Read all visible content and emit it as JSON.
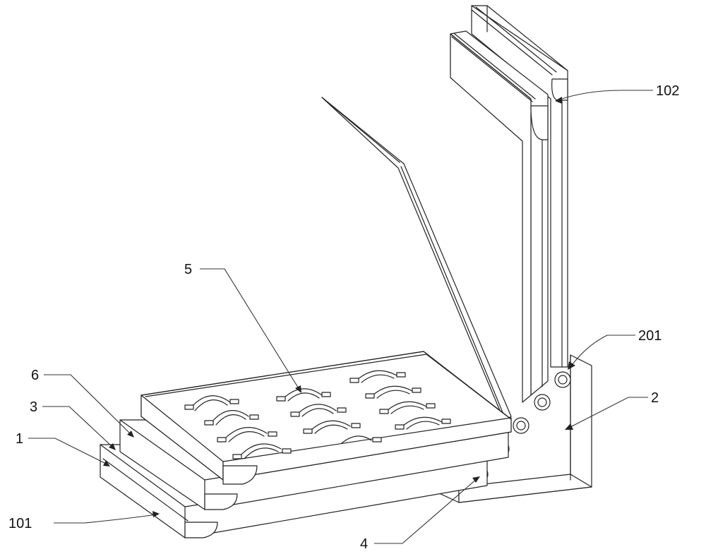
{
  "figure": {
    "callouts": [
      {
        "id": "c102",
        "text": "102"
      },
      {
        "id": "c201",
        "text": "201"
      },
      {
        "id": "c2",
        "text": "2"
      },
      {
        "id": "c5",
        "text": "5"
      },
      {
        "id": "c6",
        "text": "6"
      },
      {
        "id": "c3",
        "text": "3"
      },
      {
        "id": "c1",
        "text": "1"
      },
      {
        "id": "c101",
        "text": "101"
      },
      {
        "id": "c4",
        "text": "4"
      }
    ]
  }
}
